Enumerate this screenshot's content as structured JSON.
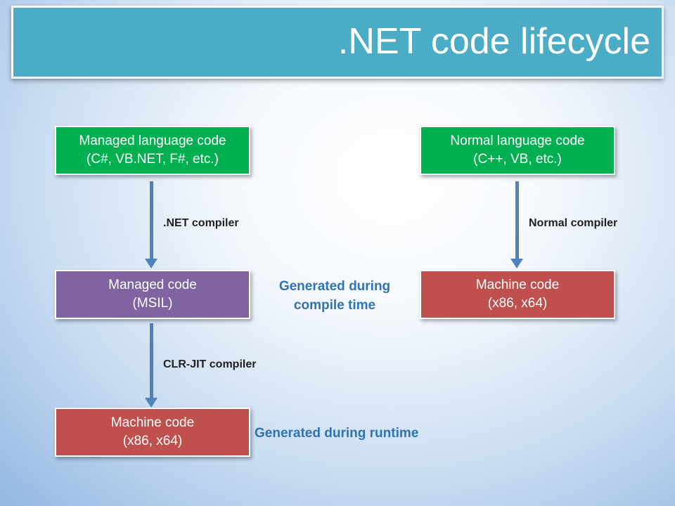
{
  "title": ".NET code lifecycle",
  "colors": {
    "title_bar": "#4bacc6",
    "managed_source": "#00b050",
    "managed_code": "#8064a2",
    "machine_code": "#c0504d",
    "arrow": "#4f81bd",
    "note_text": "#2e74b5"
  },
  "managed_source": {
    "line1": "Managed language code",
    "line2": "(C#, VB.NET, F#, etc.)"
  },
  "normal_source": {
    "line1": "Normal language code",
    "line2": "(C++, VB, etc.)"
  },
  "managed_code": {
    "line1": "Managed code",
    "line2": "(MSIL)"
  },
  "machine_code_normal": {
    "line1": "Machine code",
    "line2": "(x86, x64)"
  },
  "machine_code_runtime": {
    "line1": "Machine code",
    "line2": "(x86, x64)"
  },
  "labels": {
    "dotnet_compiler": ".NET compiler",
    "normal_compiler": "Normal compiler",
    "clr_jit_compiler": "CLR-JIT compiler"
  },
  "notes": {
    "compile_time_line1": "Generated during",
    "compile_time_line2": "compile time",
    "runtime": "Generated during runtime"
  }
}
